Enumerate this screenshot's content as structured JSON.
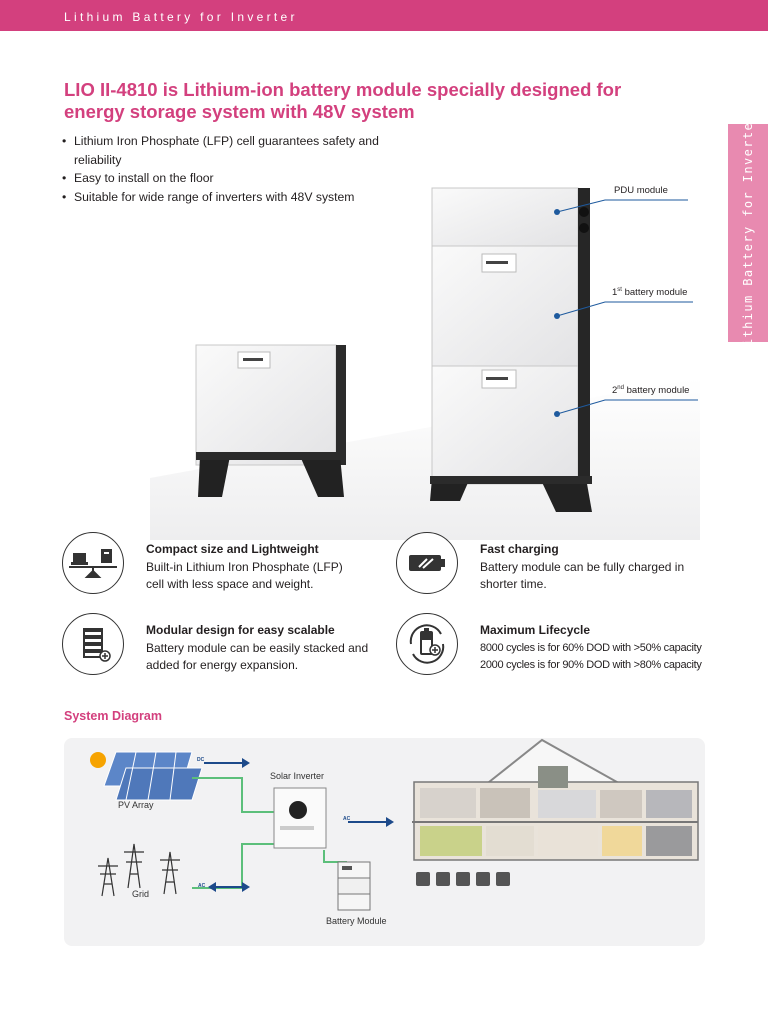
{
  "header": {
    "title": "Lithium Battery for Inverter"
  },
  "side_tab": {
    "label": "Lithium Battery for Inverter"
  },
  "headline": "LIO II-4810 is Lithium-ion battery module specially designed for energy storage system with 48V system",
  "bullets": [
    "Lithium Iron Phosphate (LFP) cell guarantees safety and reliability",
    "Easy to install on the floor",
    "Suitable for wide range of inverters with 48V system"
  ],
  "callouts": {
    "pdu": "PDU module",
    "battery1_num": "1",
    "battery1_sup": "st",
    "battery1_text": " battery module",
    "battery2_num": "2",
    "battery2_sup": "nd",
    "battery2_text": " battery module"
  },
  "features": [
    {
      "title": "Compact size and Lightweight",
      "lines": [
        "Built-in Lithium Iron Phosphate (LFP)",
        "cell with less space and weight."
      ],
      "icon": "scale-icon"
    },
    {
      "title": "Fast charging",
      "lines": [
        "Battery module can be fully charged in",
        "shorter time."
      ],
      "icon": "fast-charge-battery-icon"
    },
    {
      "title": "Modular design for easy scalable",
      "lines": [
        "Battery module can be easily stacked and",
        "added for energy expansion."
      ],
      "icon": "stacked-modules-icon"
    },
    {
      "title": "Maximum Lifecycle",
      "lines": [
        "8000 cycles is for 60% DOD with >50% capacity",
        "2000 cycles is for 90% DOD with >80% capacity"
      ],
      "icon": "battery-cycle-icon"
    }
  ],
  "system_diagram": {
    "title": "System Diagram",
    "pv_array": "PV Array",
    "solar_inverter": "Solar Inverter",
    "grid": "Grid",
    "battery_module": "Battery Module",
    "dc": "DC",
    "ac_out": "AC",
    "ac_grid": "AC"
  },
  "colors": {
    "accent": "#d3407e",
    "side_tab": "#e88ab0",
    "callout_line": "#1e5a9e",
    "green_line": "#5cbf7a",
    "arrow_blue": "#1d4a8a"
  }
}
